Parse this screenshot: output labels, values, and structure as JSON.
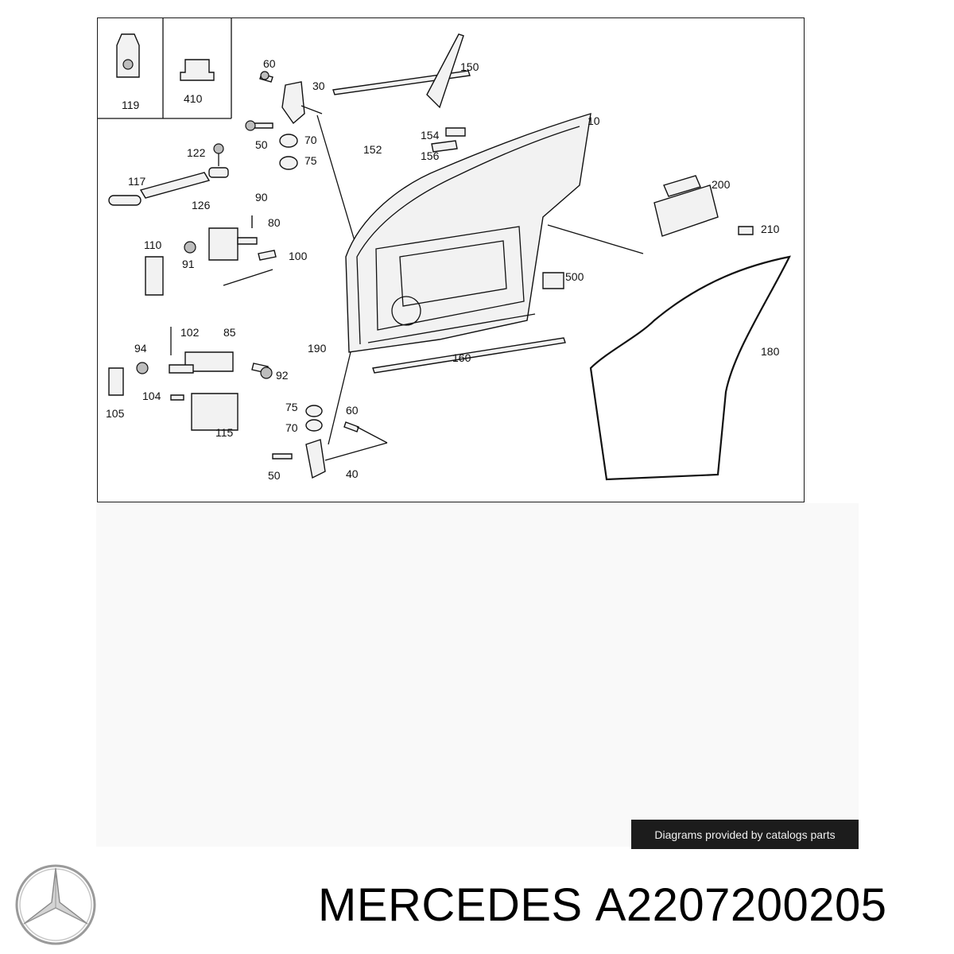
{
  "diagram": {
    "callouts": {
      "c119": "119",
      "c410": "410",
      "c60a": "60",
      "c30": "30",
      "c50a": "50",
      "c70a": "70",
      "c75a": "75",
      "c122": "122",
      "c117": "117",
      "c126": "126",
      "c90": "90",
      "c80": "80",
      "c110": "110",
      "c91": "91",
      "c100": "100",
      "c150": "150",
      "c152": "152",
      "c154": "154",
      "c156": "156",
      "c10": "10",
      "c200": "200",
      "c210": "210",
      "c500": "500",
      "c102": "102",
      "c85": "85",
      "c94": "94",
      "c92": "92",
      "c104": "104",
      "c105": "105",
      "c115": "115",
      "c75b": "75",
      "c70b": "70",
      "c60b": "60",
      "c50b": "50",
      "c40": "40",
      "c190": "190",
      "c160": "160",
      "c180": "180"
    }
  },
  "credit_banner": "Diagrams provided by catalogs parts",
  "brand": {
    "name": "MERCEDES",
    "part_number": "A2207200205",
    "logo_icon": "mercedes-star-icon"
  }
}
